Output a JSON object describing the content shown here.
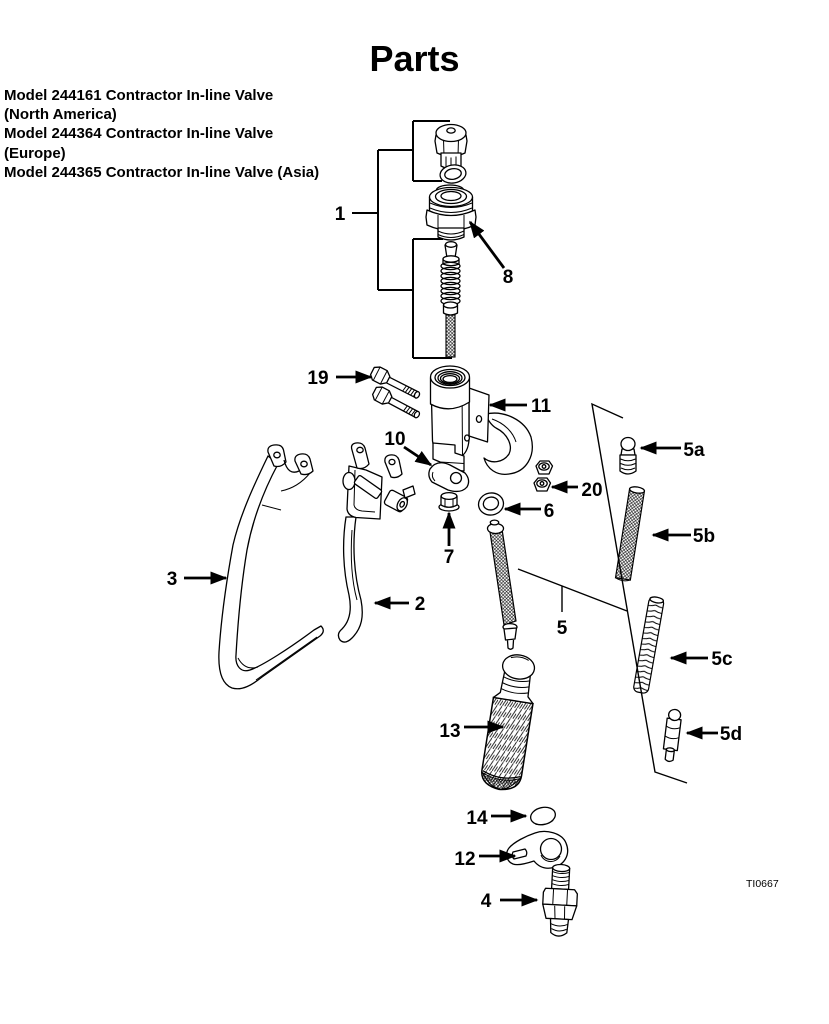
{
  "page": {
    "title": "Parts",
    "drawing_number": "TI0667"
  },
  "models": {
    "line1": "Model 244161 Contractor In-line Valve",
    "line2": "(North America)",
    "line3": "Model 244364 Contractor In-line Valve",
    "line4": "(Europe)",
    "line5": "Model 244365 Contractor In-line Valve (Asia)"
  },
  "callouts": {
    "item1": "1",
    "item2": "2",
    "item3": "3",
    "item4": "4",
    "item5": "5",
    "item5a": "5a",
    "item5b": "5b",
    "item5c": "5c",
    "item5d": "5d",
    "item6": "6",
    "item7": "7",
    "item8": "8",
    "item10": "10",
    "item11": "11",
    "item12": "12",
    "item13": "13",
    "item14": "14",
    "item19": "19",
    "item20": "20"
  },
  "colors": {
    "ink": "#000000",
    "paper": "#ffffff"
  }
}
